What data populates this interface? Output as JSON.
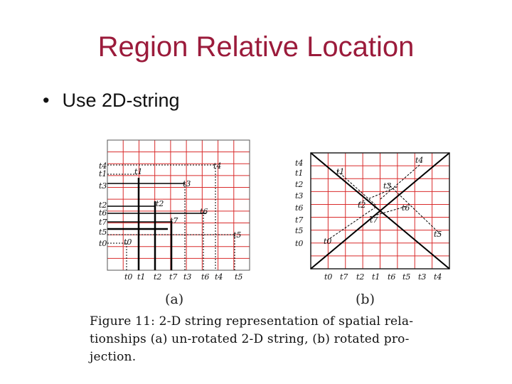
{
  "slide": {
    "title": "Region Relative Location",
    "bullet_marker": "•",
    "bullet": "Use 2D-string"
  },
  "figure": {
    "left": {
      "sublabel": "(a)",
      "x_labels": [
        "t0",
        "t1",
        "t2",
        "t7",
        "t3",
        "t6",
        "t4",
        "t5"
      ],
      "y_labels": [
        "t4",
        "t1",
        "t3",
        "t2",
        "t6",
        "t7",
        "t5",
        "t0"
      ]
    },
    "right": {
      "sublabel": "(b)",
      "x_labels": [
        "t0",
        "t7",
        "t2",
        "t1",
        "t6",
        "t5",
        "t3",
        "t4"
      ],
      "y_labels": [
        "t4",
        "t1",
        "t2",
        "t3",
        "t6",
        "t7",
        "t5",
        "t0"
      ]
    },
    "caption_lines": [
      "Figure 11: 2-D string representation of spatial rela-",
      "tionships (a) un-rotated 2-D string, (b) rotated pro-",
      "jection."
    ],
    "grid_color": "#d92b2b"
  }
}
